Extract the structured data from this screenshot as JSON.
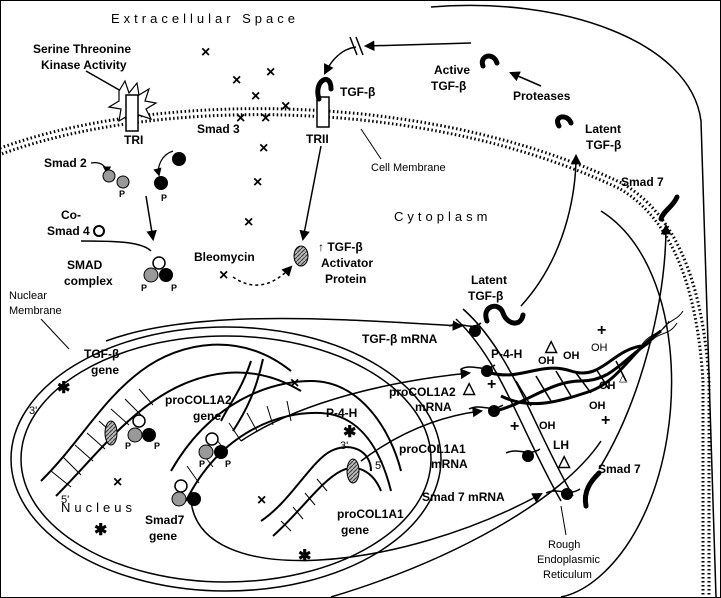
{
  "regions": {
    "extracellular": "Extracellular Space",
    "cytoplasm": "Cytoplasm",
    "nucleus": "Nucleus"
  },
  "labels": {
    "kinase": [
      "Serine Threonine",
      "Kinase Activity"
    ],
    "tri": "TRI",
    "trii": "TRII",
    "tgfb_receptor": "TGF-β",
    "smad2": "Smad 2",
    "smad3": "Smad 3",
    "cosmad4": [
      "Co-",
      "Smad 4"
    ],
    "smad_complex": [
      "SMAD",
      "complex"
    ],
    "bleomycin": "Bleomycin",
    "activator": [
      "↑ TGF-β",
      "Activator",
      "Protein"
    ],
    "active_tgfb": [
      "Active",
      "TGF-β"
    ],
    "proteases": "Proteases",
    "latent_tgfb_top": [
      "Latent",
      "TGF-β"
    ],
    "cell_membrane": "Cell Membrane",
    "smad7_right": "Smad 7",
    "nuclear_membrane": [
      "Nuclear",
      "Membrane"
    ],
    "tgfb_gene": [
      "TGF-β",
      "gene"
    ],
    "procol1a2_gene": [
      "proCOL1A2",
      "gene"
    ],
    "p4h_nucleus": "P-4-H",
    "latent_tgfb_er": [
      "Latent",
      "TGF-β"
    ],
    "tgfb_mrna": "TGF-β mRNA",
    "p4h_er": "P-4-H",
    "procol1a2_mrna": [
      "proCOL1A2",
      "mRNA"
    ],
    "procol1a1_mrna": [
      "proCOL1A1",
      "mRNA"
    ],
    "lh": "LH",
    "smad7_er": "Smad 7",
    "smad7_mrna": "Smad 7 mRNA",
    "smad7_gene": [
      "Smad7",
      "gene"
    ],
    "procol1a1_gene": [
      "proCOL1A1",
      "gene"
    ],
    "rough_er": [
      "Rough",
      "Endoplasmic",
      "Reticulum"
    ],
    "three_prime": "3'",
    "five_prime": "5'",
    "p": "P",
    "oh": "OH"
  },
  "symbols": {
    "cross": "×",
    "star": "✱",
    "plus": "+",
    "triangle": "△"
  }
}
